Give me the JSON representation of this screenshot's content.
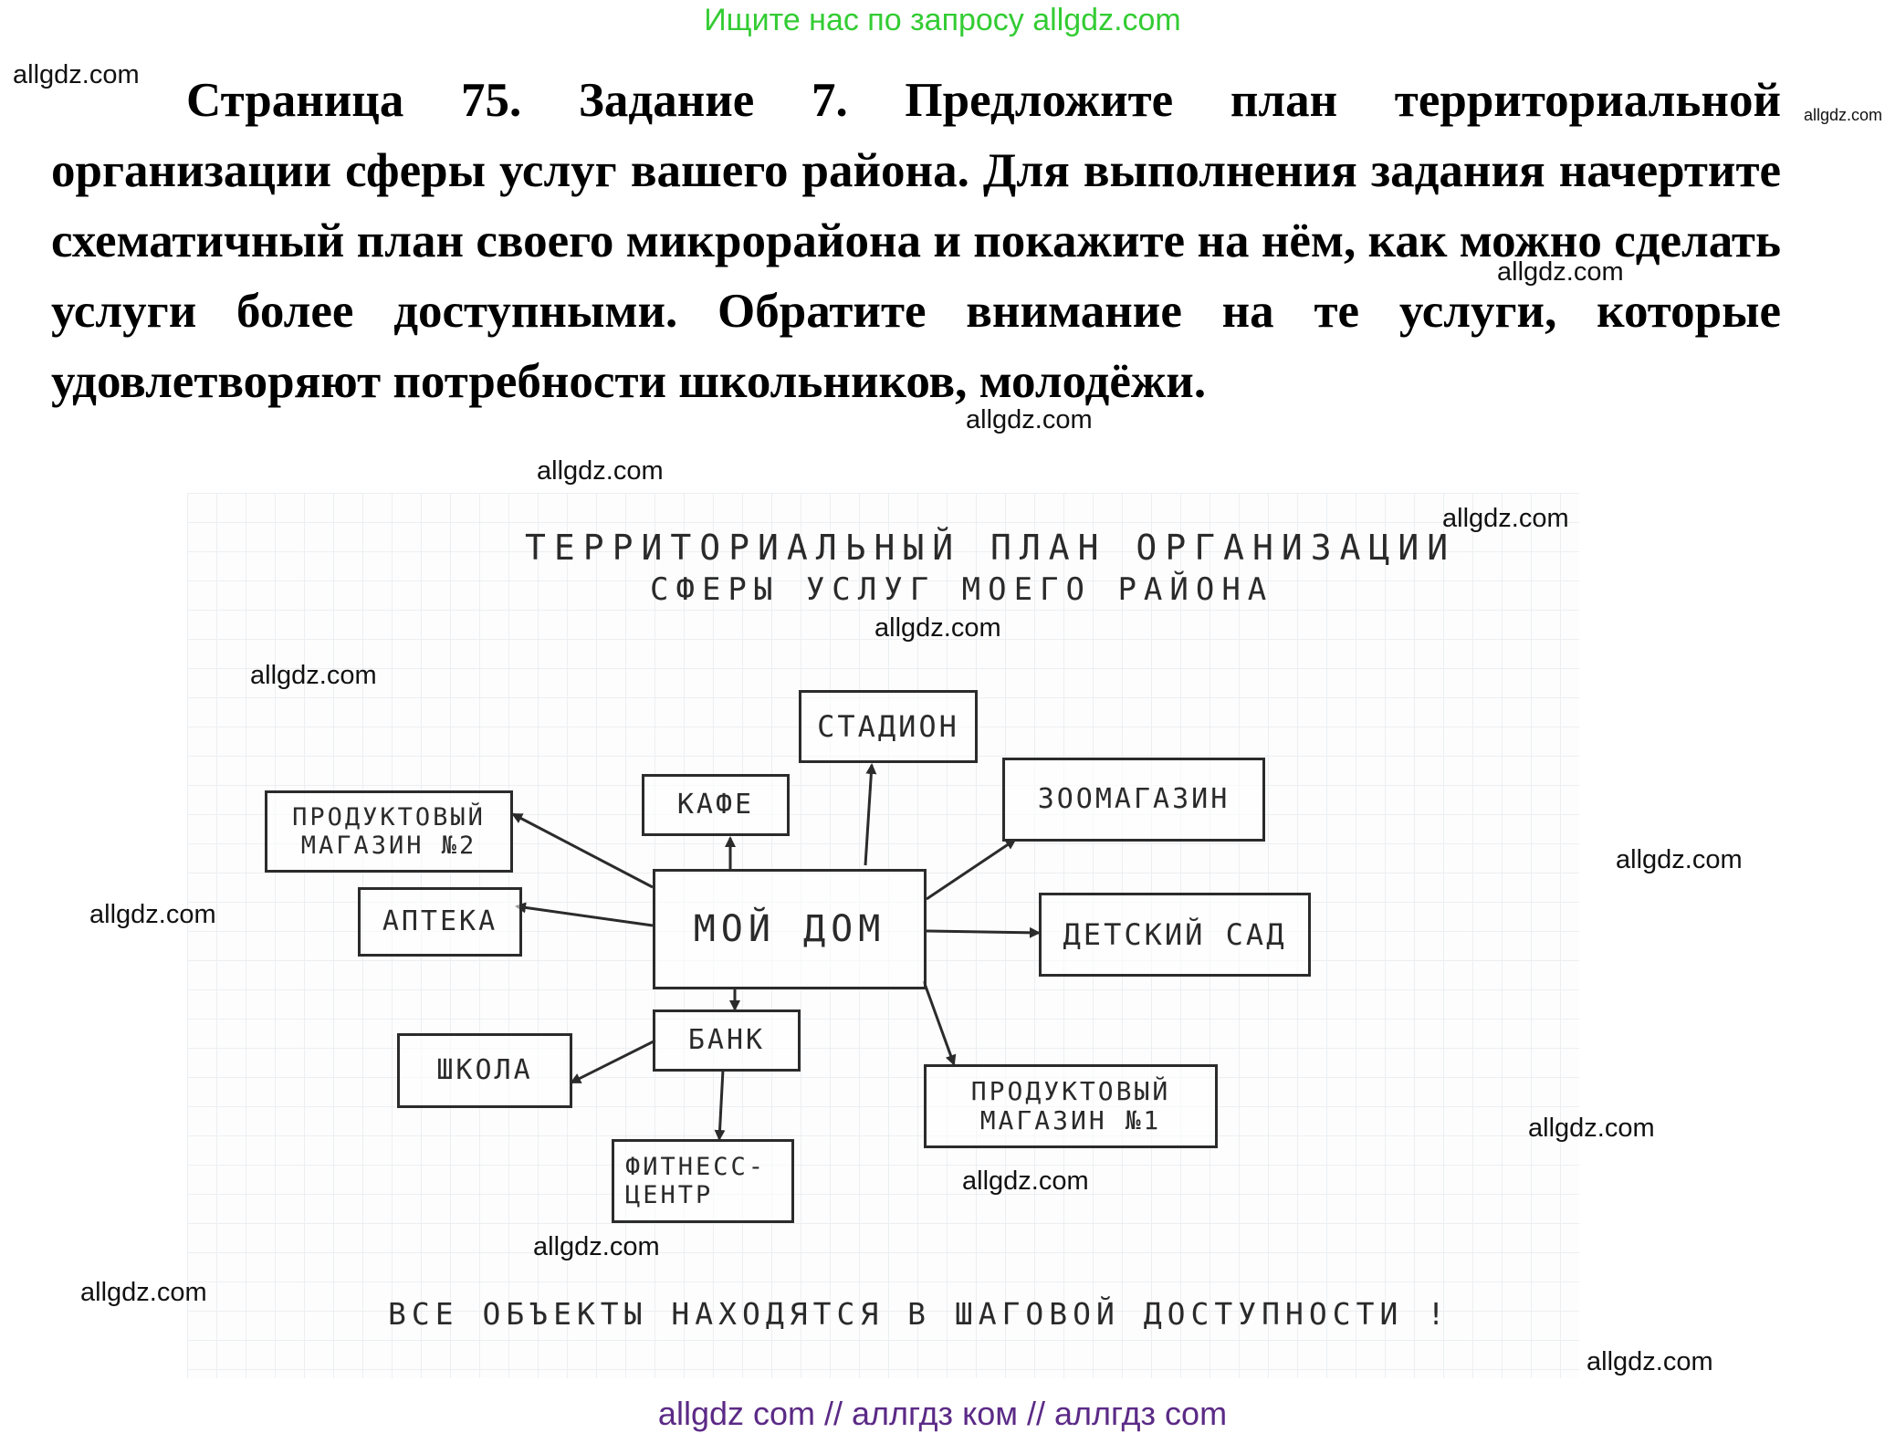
{
  "banner": {
    "text": "Ищите нас по запросу allgdz.com"
  },
  "task": {
    "text": "Страница 75. Задание 7. Предложите план территориальной организации сферы услуг вашего района. Для выполнения задания начертите схематичный план своего микрорайона и покажите на нём, как можно сделать услуги более доступными. Обратите внимание на те услуги, которые удовлетворяют потребности школьников, молодёжи."
  },
  "watermark": {
    "text": "allgdz.com"
  },
  "diagram": {
    "title_line1": "ТЕРРИТОРИАЛЬНЫЙ ПЛАН ОРГАНИЗАЦИИ",
    "title_line2": "СФЕРЫ УСЛУГ МОЕГО РАЙОНА",
    "center": "МОЙ ДОМ",
    "nodes": {
      "stadium": "СТАДИОН",
      "cafe": "КАФЕ",
      "grocery2_line1": "ПРОДУКТОВЫЙ",
      "grocery2_line2": "МАГАЗИН №2",
      "pet_store": "ЗООМАГАЗИН",
      "pharmacy": "АПТЕКА",
      "kindergarten": "ДЕТСКИЙ САД",
      "bank": "БАНК",
      "school": "ШКОЛА",
      "fitness_line1": "ФИТНЕСС-",
      "fitness_line2": "ЦЕНТР",
      "grocery1_line1": "ПРОДУКТОВЫЙ",
      "grocery1_line2": "МАГАЗИН №1"
    },
    "note": "ВСЕ ОБЪЕКТЫ НАХОДЯТСЯ В ШАГОВОЙ ДОСТУПНОСТИ !"
  },
  "footer": {
    "text": "allgdz com  //  аллгдз ком  //  аллгдз com"
  }
}
